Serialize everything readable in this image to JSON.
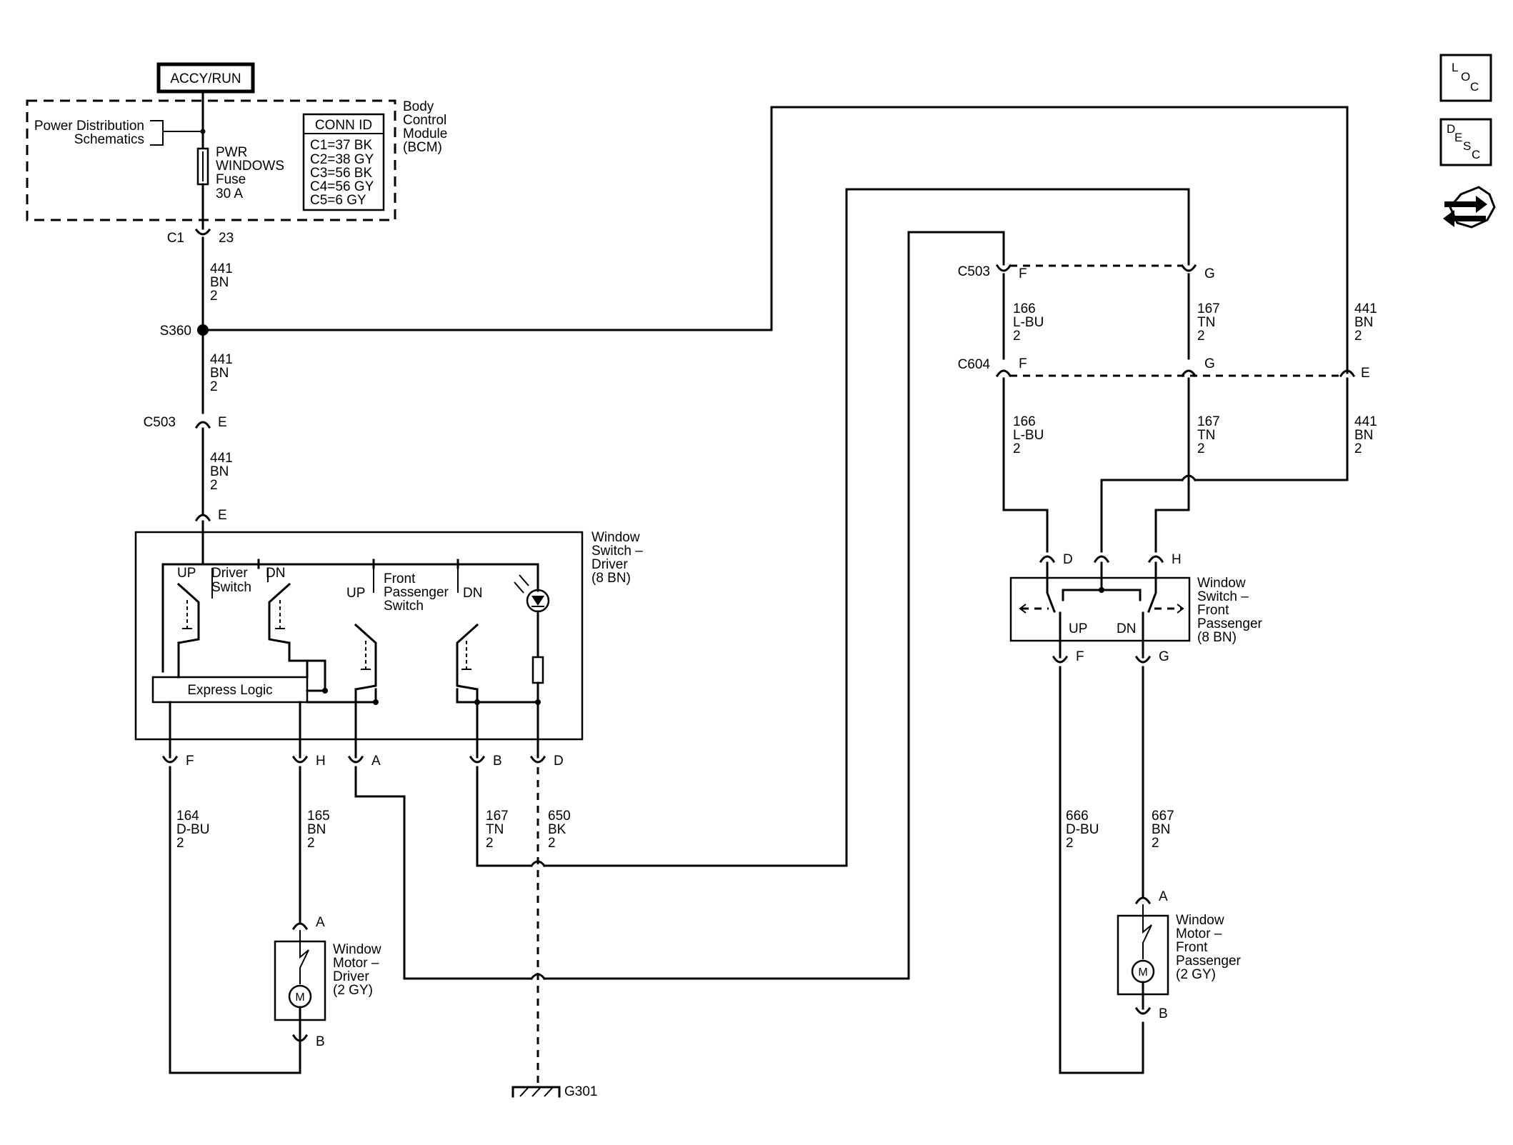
{
  "power": {
    "source": "ACCY/RUN",
    "distribution_ref": [
      "Power Distribution",
      "Schematics"
    ],
    "fuse": [
      "PWR",
      "WINDOWS",
      "Fuse",
      "30 A"
    ],
    "module_name": [
      "Body",
      "Control",
      "Module",
      "(BCM)"
    ],
    "conn_id_title": "CONN ID",
    "conn_ids": [
      "C1=37 BK",
      "C2=38 GY",
      "C3=56 BK",
      "C4=56 GY",
      "C5=6 GY"
    ]
  },
  "connectors": {
    "c1": "C1",
    "c1_pin": "23",
    "s360": "S360",
    "c503": "C503",
    "c604": "C604",
    "pin_e": "E",
    "pin_f": "F",
    "pin_g": "G",
    "pin_h": "H",
    "pin_a": "A",
    "pin_b": "B",
    "pin_d": "D"
  },
  "wires": {
    "w441": [
      "441",
      "BN",
      "2"
    ],
    "w166": [
      "166",
      "L-BU",
      "2"
    ],
    "w167": [
      "167",
      "TN",
      "2"
    ],
    "w164": [
      "164",
      "D-BU",
      "2"
    ],
    "w165": [
      "165",
      "BN",
      "2"
    ],
    "w650": [
      "650",
      "BK",
      "2"
    ],
    "w666": [
      "666",
      "D-BU",
      "2"
    ],
    "w667": [
      "667",
      "BN",
      "2"
    ]
  },
  "driver_switch": {
    "name": [
      "Window",
      "Switch –",
      "Driver",
      "(8 BN)"
    ],
    "up": "UP",
    "dn": "DN",
    "driver_label": [
      "Driver",
      "Switch"
    ],
    "fp_label": [
      "Front",
      "Passenger",
      "Switch"
    ],
    "express_logic": "Express Logic"
  },
  "passenger_switch": {
    "name": [
      "Window",
      "Switch –",
      "Front",
      "Passenger",
      "(8 BN)"
    ],
    "up": "UP",
    "dn": "DN"
  },
  "driver_motor": {
    "name": [
      "Window",
      "Motor –",
      "Driver",
      "(2 GY)"
    ],
    "symbol": "M"
  },
  "passenger_motor": {
    "name": [
      "Window",
      "Motor –",
      "Front",
      "Passenger",
      "(2 GY)"
    ],
    "symbol": "M"
  },
  "ground": "G301",
  "nav": {
    "loc": [
      "L",
      "O",
      "C"
    ],
    "desc": [
      "D",
      "E",
      "S",
      "C"
    ],
    "connector_view_icon": "connector-end-view-icon"
  }
}
